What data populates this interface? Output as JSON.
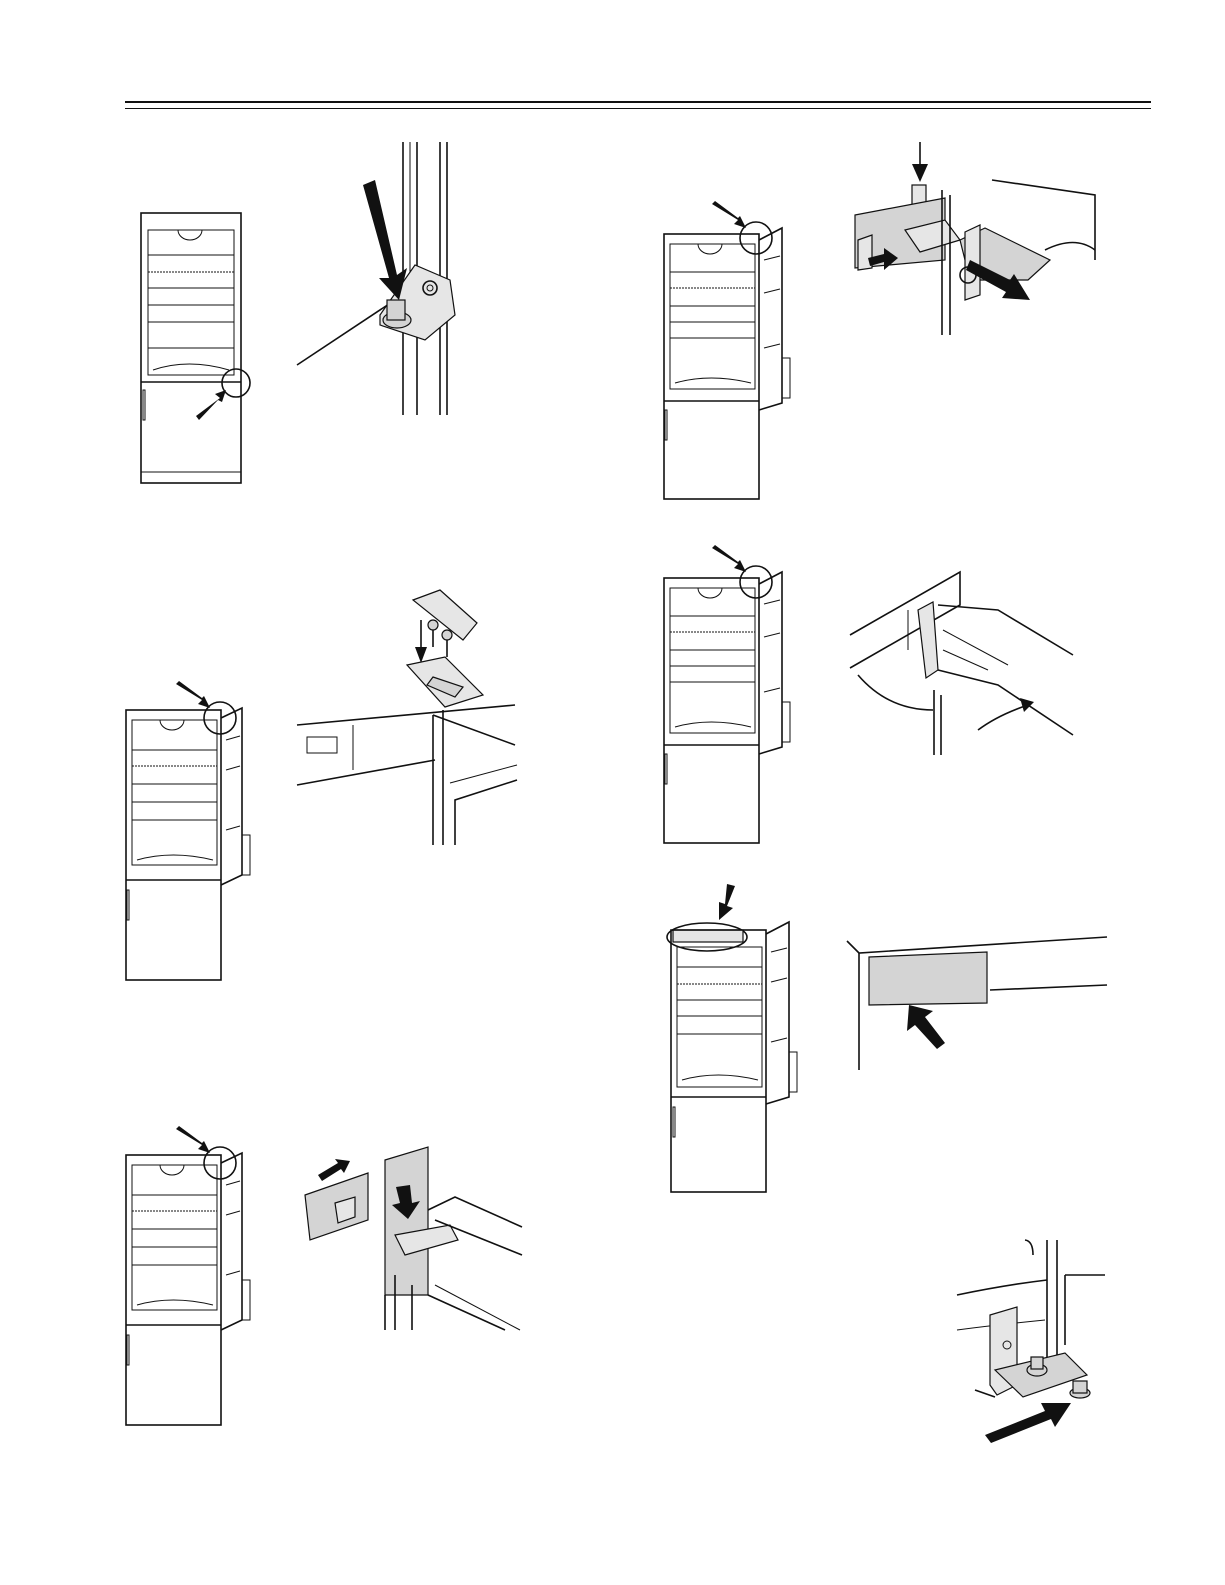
{
  "page": {
    "description_text": []
  },
  "figures": [
    {
      "id": "fridge-1",
      "icon": "fridge-closed-lower-hinge-icon"
    },
    {
      "id": "hinge-pin-detail",
      "icon": "lower-hinge-pin-icon"
    },
    {
      "id": "fridge-2",
      "icon": "fridge-open-top-hinge-icon"
    },
    {
      "id": "cover-screws-detail",
      "icon": "hinge-cover-screws-icon"
    },
    {
      "id": "fridge-3",
      "icon": "fridge-open-top-hinge-icon"
    },
    {
      "id": "hinge-remove-detail",
      "icon": "hinge-removal-icon"
    },
    {
      "id": "fridge-4",
      "icon": "fridge-open-top-hinge-icon"
    },
    {
      "id": "pin-insert-detail",
      "icon": "hinge-pin-insert-icon"
    },
    {
      "id": "fridge-5",
      "icon": "fridge-open-top-hinge-icon"
    },
    {
      "id": "door-swing-detail",
      "icon": "door-swing-icon"
    },
    {
      "id": "fridge-6",
      "icon": "fridge-top-panel-icon"
    },
    {
      "id": "panel-insert-detail",
      "icon": "panel-insert-icon"
    },
    {
      "id": "foot-detail",
      "icon": "adjustable-foot-icon"
    }
  ],
  "colors": {
    "line": "#111111",
    "shade": "#d4d4d4",
    "light_shade": "#e6e6e6"
  }
}
